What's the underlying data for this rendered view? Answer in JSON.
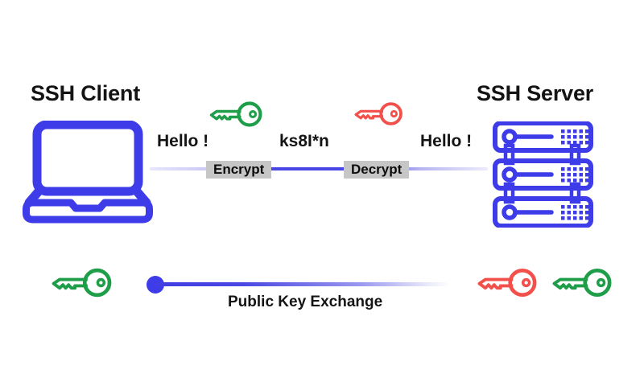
{
  "diagram": {
    "client": {
      "title": "SSH Client"
    },
    "server": {
      "title": "SSH Server"
    },
    "session": {
      "message_client": "Hello !",
      "ciphertext": "ks8I*n",
      "message_server": "Hello !",
      "encrypt": "Encrypt",
      "decrypt": "Decrypt"
    },
    "exchange": {
      "label": "Public Key Exchange"
    },
    "icons": {
      "client": "laptop-icon",
      "server": "server-rack-icon",
      "encrypt_key": "green-key-icon",
      "decrypt_key": "red-key-icon",
      "exchange_left_key": "green-key-icon",
      "exchange_right_keys": [
        "red-key-icon",
        "green-key-icon"
      ],
      "exchange_origin": "blue-dot"
    },
    "colors": {
      "blue": "#3e3ce9",
      "green": "#1f9e4a",
      "red": "#f2504b",
      "label_bg": "#c6c6c6",
      "text": "#141414"
    }
  }
}
